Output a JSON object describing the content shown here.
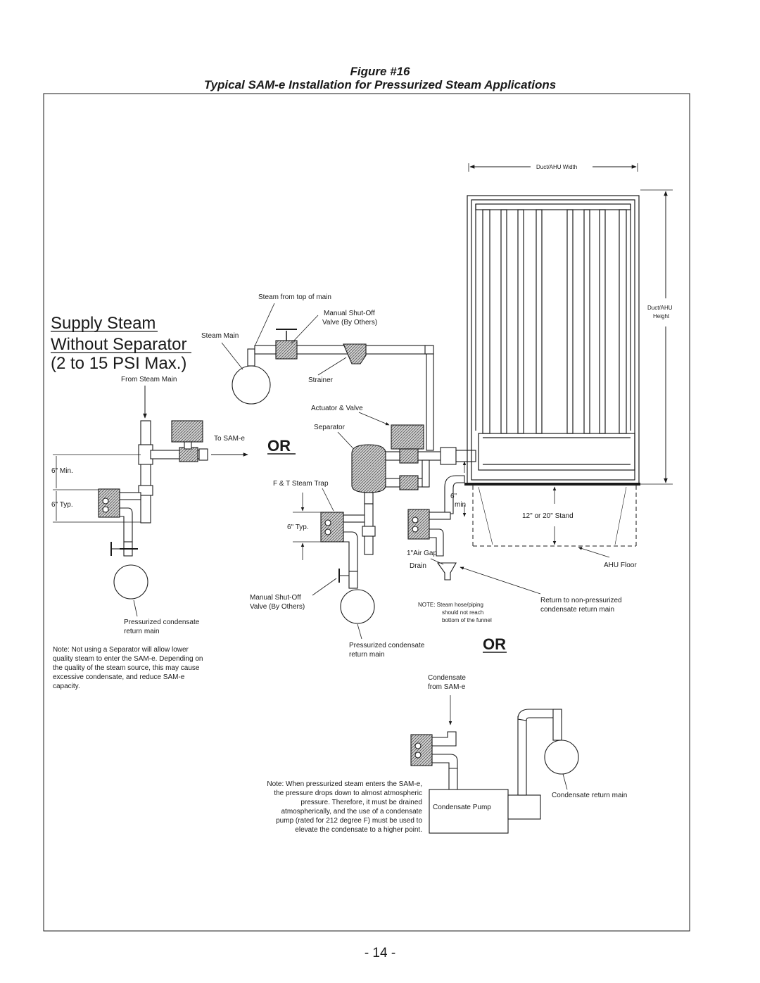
{
  "figure": {
    "number": "Figure #16",
    "title": "Typical SAM-e Installation for Pressurized Steam Applications"
  },
  "heading": {
    "line1": "Supply Steam",
    "line2": "Without Separator",
    "line3": "(2 to 15 PSI Max.)"
  },
  "labels": {
    "from_steam_main": "From Steam Main",
    "steam_main": "Steam Main",
    "steam_from_top": "Steam from top of main",
    "manual_shutoff_top_1": "Manual Shut-Off",
    "manual_shutoff_top_2": "Valve (By Others)",
    "strainer": "Strainer",
    "actuator_valve": "Actuator & Valve",
    "separator": "Separator",
    "to_sam": "To SAM-e",
    "or_1": "OR",
    "or_2": "OR",
    "six_min": "6\" Min.",
    "six_typ_left": "6\" Typ.",
    "ft_trap": "F & T Steam Trap",
    "six_typ_mid": "6\" Typ.",
    "six_quote": "6\"",
    "min": "min",
    "air_gap": "1\"Air Gap",
    "drain": "Drain",
    "manual_shutoff_mid_1": "Manual Shut-Off",
    "manual_shutoff_mid_2": "Valve (By Others)",
    "press_cond_left_1": "Pressurized condensate",
    "press_cond_left_2": "return main",
    "press_cond_mid_1": "Pressurized condensate",
    "press_cond_mid_2": "return main",
    "note_hose_1": "NOTE: Steam hose/piping",
    "note_hose_2": "should not reach",
    "note_hose_3": "bottom of the funnel",
    "return_np_1": "Return to non-pressurized",
    "return_np_2": "condensate return main",
    "ahu_floor": "AHU Floor",
    "stand": "12\" or 20\" Stand",
    "duct_width": "Duct/AHU Width",
    "duct_height_1": "Duct/AHU",
    "duct_height_2": "Height",
    "cond_from_1": "Condensate",
    "cond_from_2": "from SAM-e",
    "cond_pump": "Condensate Pump",
    "cond_return_main": "Condensate return main"
  },
  "notes": {
    "separator": [
      "Note: Not using a Separator will allow lower",
      "quality steam to enter the SAM-e. Depending on",
      "the quality of the steam source, this may cause",
      "excessive condensate, and reduce SAM-e",
      "capacity."
    ],
    "pressurized": [
      "Note: When pressurized steam enters the SAM-e,",
      "the pressure drops down to almost atmospheric",
      "pressure. Therefore, it must be drained",
      "atmospherically, and the use of a condensate",
      "pump (rated for 212 degree F) must be used to",
      "elevate the condensate to a higher point."
    ]
  },
  "page_number": "- 14 -"
}
